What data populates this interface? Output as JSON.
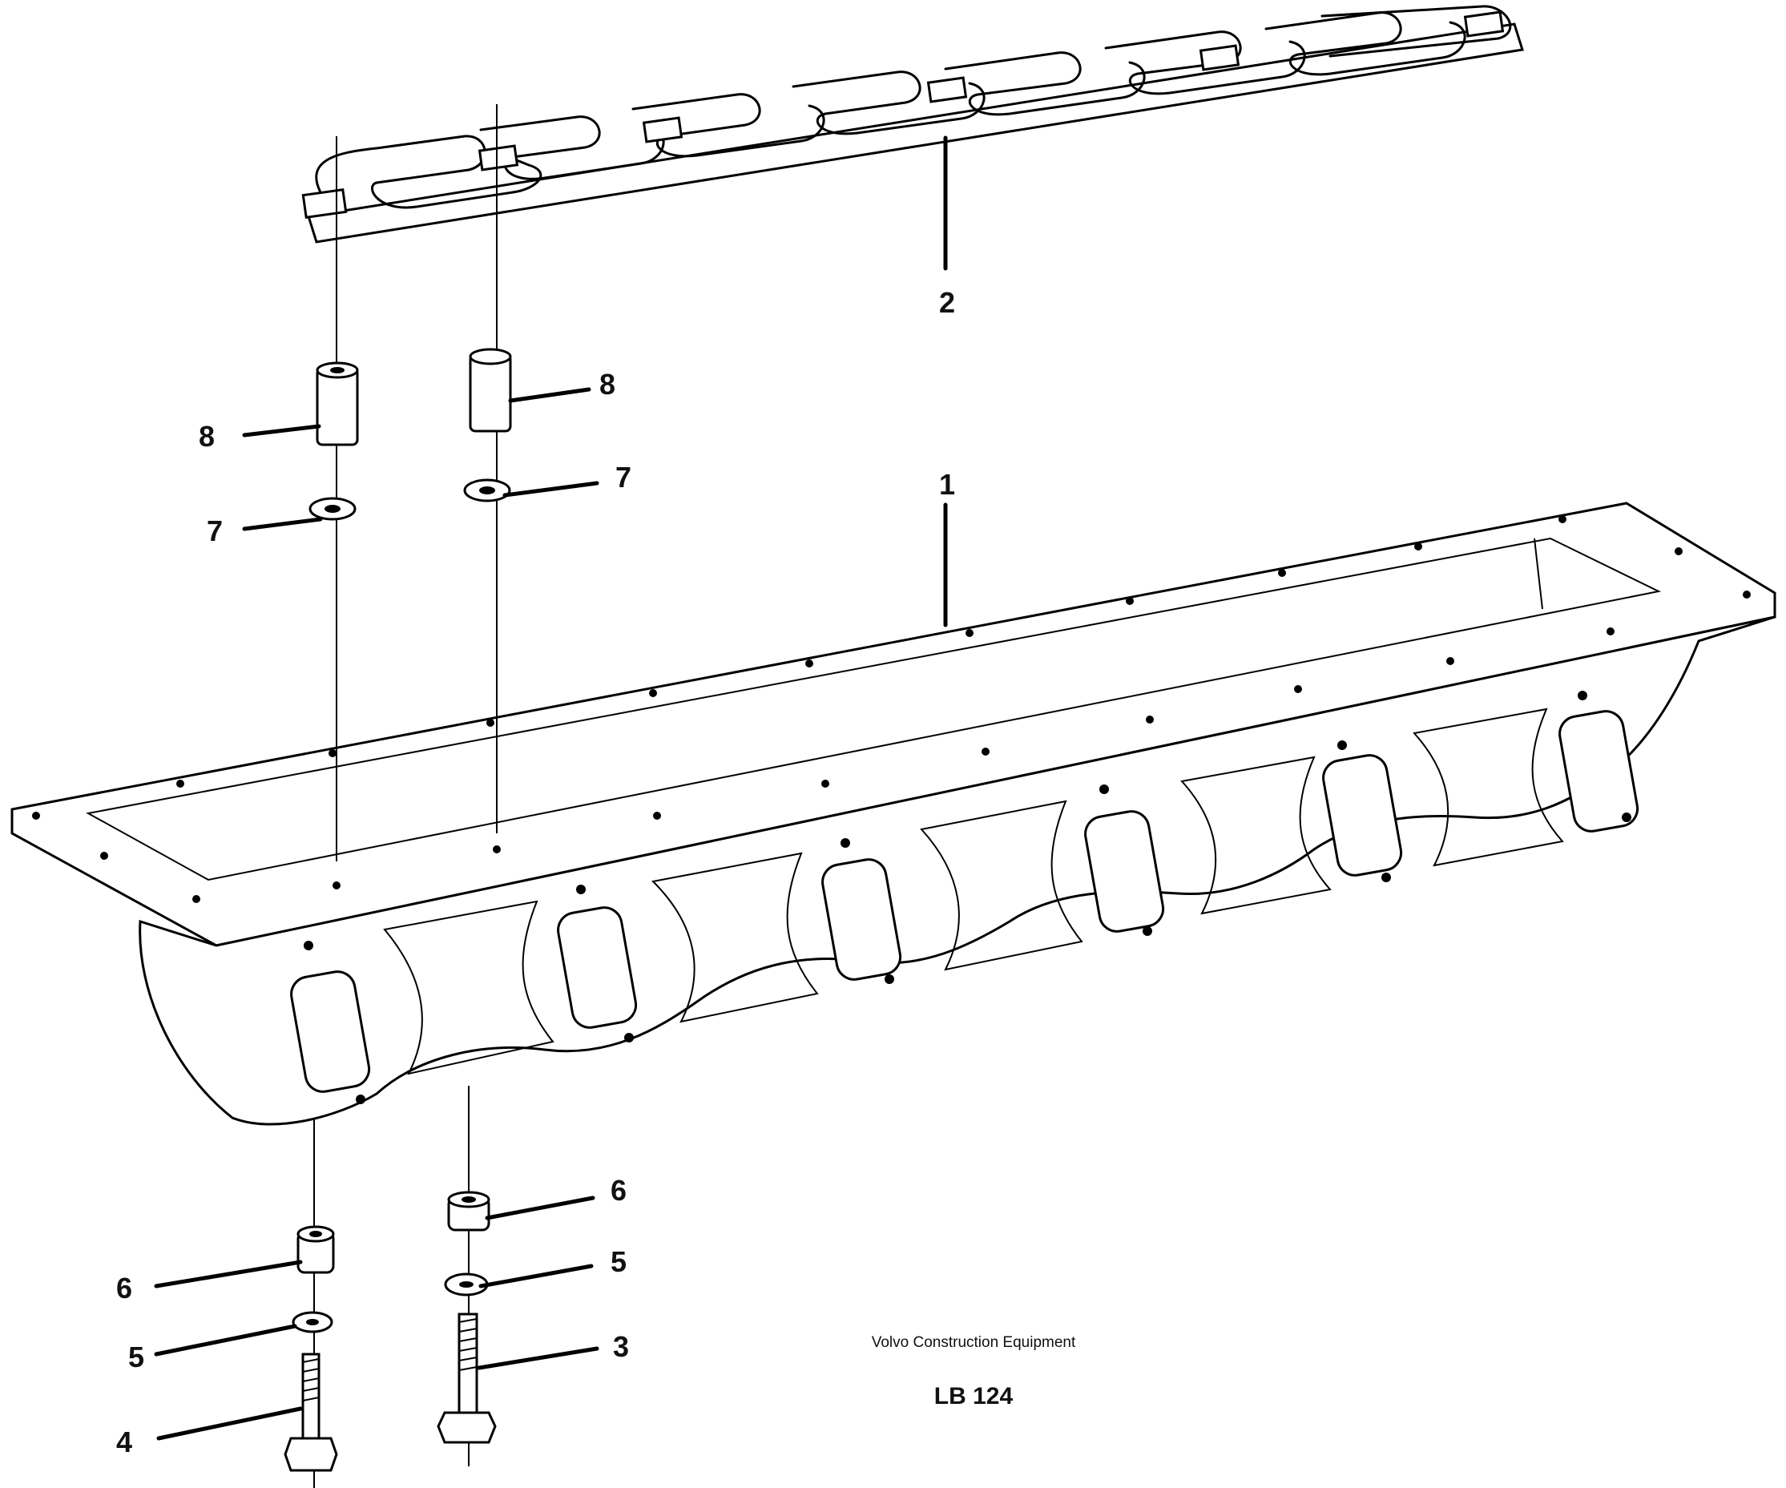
{
  "footer": {
    "company": "Volvo Construction Equipment",
    "code": "LB 124"
  },
  "callouts": [
    {
      "id": "1",
      "text": "1"
    },
    {
      "id": "2",
      "text": "2"
    },
    {
      "id": "3",
      "text": "3"
    },
    {
      "id": "4",
      "text": "4"
    },
    {
      "id": "5a",
      "text": "5"
    },
    {
      "id": "5b",
      "text": "5"
    },
    {
      "id": "6a",
      "text": "6"
    },
    {
      "id": "6b",
      "text": "6"
    },
    {
      "id": "7a",
      "text": "7"
    },
    {
      "id": "7b",
      "text": "7"
    },
    {
      "id": "8a",
      "text": "8"
    },
    {
      "id": "8b",
      "text": "8"
    }
  ]
}
